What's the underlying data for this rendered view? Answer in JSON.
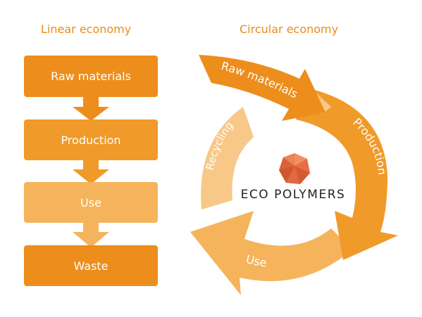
{
  "linear": {
    "title": "Linear economy",
    "steps": [
      "Raw materials",
      "Production",
      "Use",
      "Waste"
    ]
  },
  "circular": {
    "title": "Circular economy",
    "stages": {
      "raw_materials": "Raw materials",
      "production": "Production",
      "use": "Use",
      "recycling": "Recycling"
    },
    "logo_text": "ECO POLYMERS"
  },
  "colors": {
    "title": "#e98c1c",
    "raw": "#ed8d1b",
    "production": "#f09a2a",
    "use": "#f5b45c",
    "recycling": "#f7c887",
    "waste": "#ed8d1b",
    "logo": "#e5734a"
  }
}
